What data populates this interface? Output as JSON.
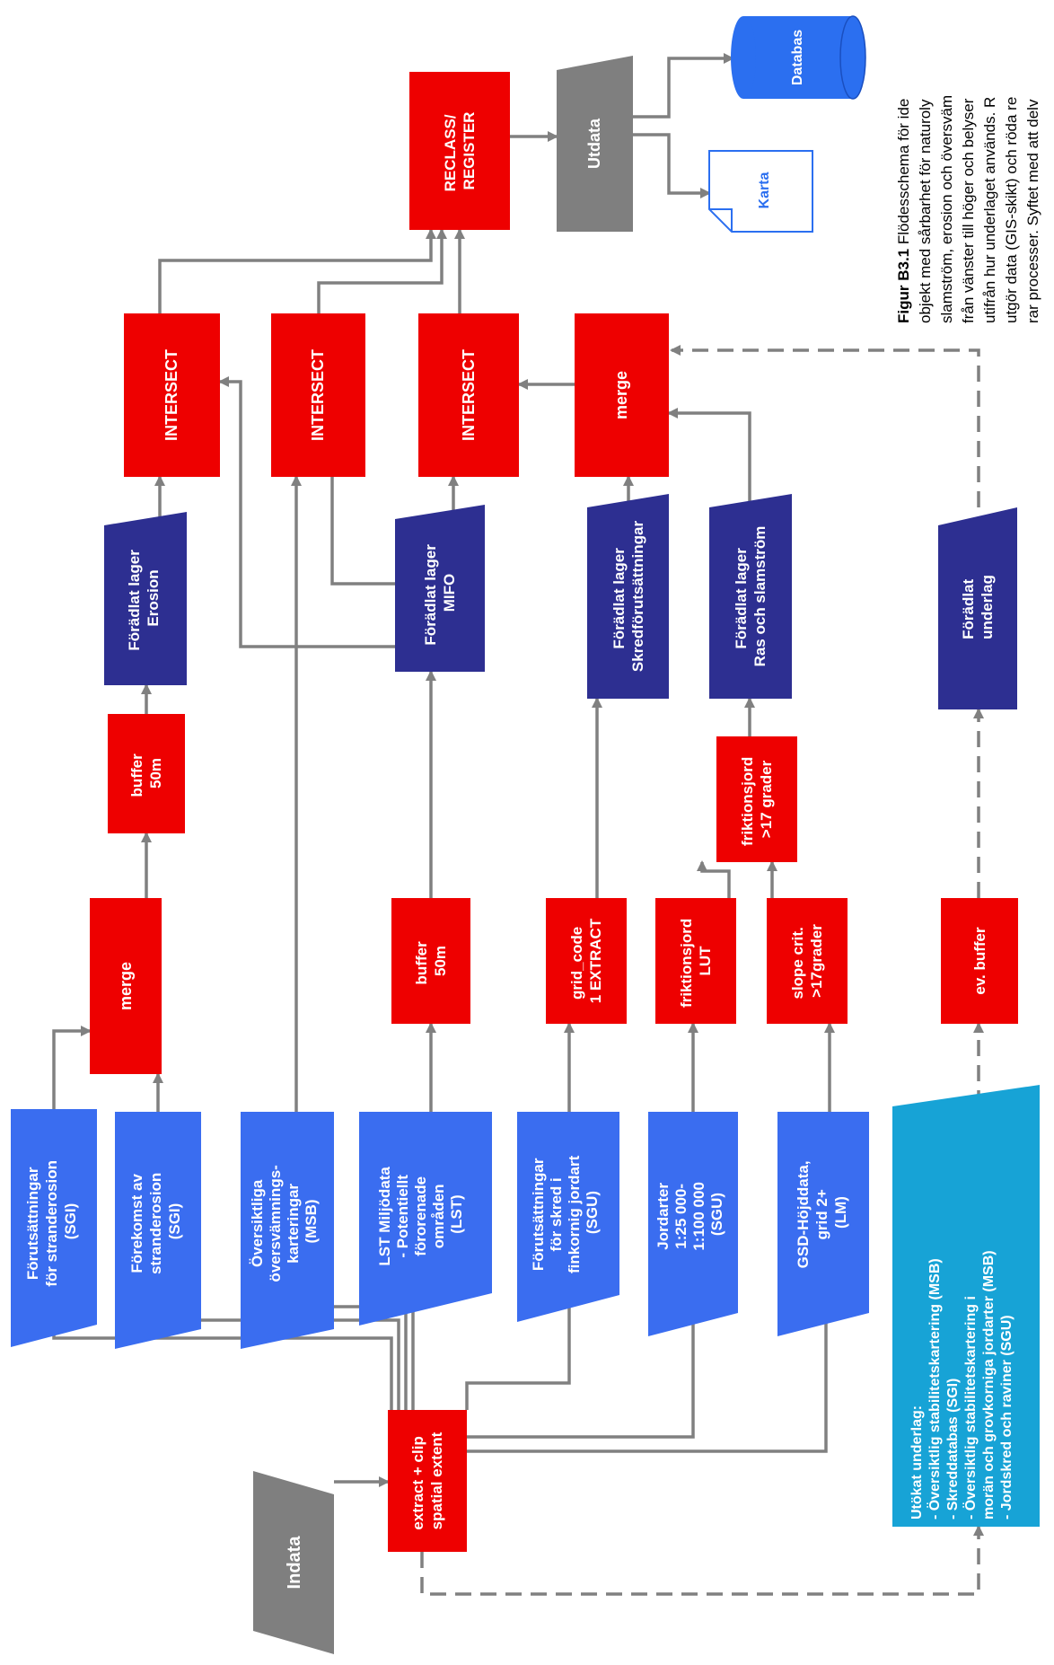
{
  "colors": {
    "process": "#ee0000",
    "data_gray": "#7f7f7f",
    "refined": "#2d2f91",
    "source": "#3a6df0",
    "extended": "#17a3d6",
    "output": "#2b6ff0",
    "arrow": "#808080"
  },
  "labels": {
    "indata": "Indata",
    "extract": [
      "extract + clip",
      "spatial extent"
    ],
    "src_strand": [
      "Förutsättningar",
      "för stranderosion",
      "(SGI)"
    ],
    "src_forekomst": [
      "Förekomst av",
      "stranderosion",
      "(SGI)"
    ],
    "src_oversikt": [
      "Översiktliga",
      "översvämnings-",
      "karteringar",
      "(MSB)"
    ],
    "src_lst": [
      "LST Miljödata",
      "- Potentiellt",
      "förorenade",
      "områden",
      "(LST)"
    ],
    "src_skred": [
      "Förutsättningar",
      "för skred i",
      "finkornig jordart",
      "(SGU)"
    ],
    "src_jordarter": [
      "Jordarter",
      "1:25 000-",
      "1:100 000",
      "(SGU)"
    ],
    "src_gsd": [
      "GSD-Höjddata,",
      "grid 2+",
      "(LM)"
    ],
    "utokat": [
      "Utökat underlag:",
      "- Översiktlig stabilitetskartering  (MSB)",
      "- Skreddatabas (SGI)",
      "- Översiktlig stabilitetskartering i",
      "  morän och grovkorniga jordarter (MSB)",
      "- Jordskred och raviner (SGU)"
    ],
    "merge1": "merge",
    "buffer_erosion": [
      "buffer",
      "50m"
    ],
    "buffer_lst": [
      "buffer",
      "50m"
    ],
    "grid_code": [
      "grid_code",
      "1 EXTRACT"
    ],
    "friktionsjord_lut": [
      "friktionsjord",
      "LUT"
    ],
    "slope": [
      "slope crit.",
      ">17grader"
    ],
    "ev_buffer": "ev. buffer",
    "friktionsjord_17": [
      "friktionsjord",
      ">17 grader"
    ],
    "ref_erosion": [
      "Förädlat lager",
      "Erosion"
    ],
    "ref_mifo": [
      "Förädlat lager",
      "MIFO"
    ],
    "ref_skred": [
      "Förädlat lager",
      "Skredförutsättningar"
    ],
    "ref_ras": [
      "Förädlat lager",
      "Ras och slamström"
    ],
    "ref_underlag": [
      "Förädlat",
      "underlag"
    ],
    "intersect1": "INTERSECT",
    "intersect2": "INTERSECT",
    "intersect3": "INTERSECT",
    "merge2": "merge",
    "reclass": [
      "RECLASS/",
      "REGISTER"
    ],
    "utdata": "Utdata",
    "databas": "Databas",
    "karta": "Karta"
  },
  "caption": {
    "label": "Figur B3.1",
    "lines": [
      " Flödesschema för ide",
      "objekt med sårbarhet för naturoly",
      "slamström, erosion och översväm",
      "från vänster till höger och belyser",
      "utifrån hur underlaget används. R",
      "utgör data (GIS-skikt) och röda re",
      "rar processer. Syftet med att delv"
    ]
  }
}
